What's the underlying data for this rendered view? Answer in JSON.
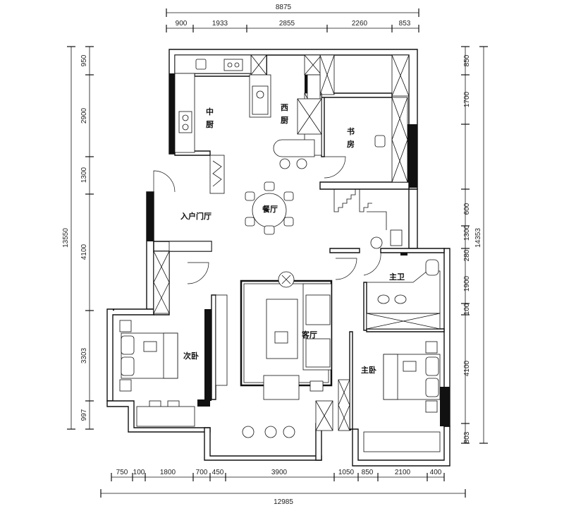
{
  "dimensions": {
    "top_total": "8875",
    "top_segments": [
      "900",
      "1933",
      "2855",
      "2260",
      "853"
    ],
    "bottom_segments": [
      "750",
      "100",
      "1800",
      "700",
      "450",
      "3900",
      "1050",
      "850",
      "2100",
      "400"
    ],
    "bottom_total": "12985",
    "left_total": "13550",
    "left_segments": [
      "950",
      "2900",
      "1300",
      "4100",
      "3303",
      "997"
    ],
    "right_total": "14353",
    "right_segments": [
      "850",
      "1700",
      "600",
      "1300",
      "280",
      "1900",
      "100",
      "4100",
      "803"
    ]
  },
  "rooms": {
    "chinese_kitchen": [
      "中",
      "厨"
    ],
    "western_kitchen": [
      "西",
      "厨"
    ],
    "study": [
      "书",
      "房"
    ],
    "dining": "餐厅",
    "entrance": "入户门厅",
    "living": "客厅",
    "master_bath": "主卫",
    "second_bedroom": "次卧",
    "master_bedroom": "主卧"
  }
}
